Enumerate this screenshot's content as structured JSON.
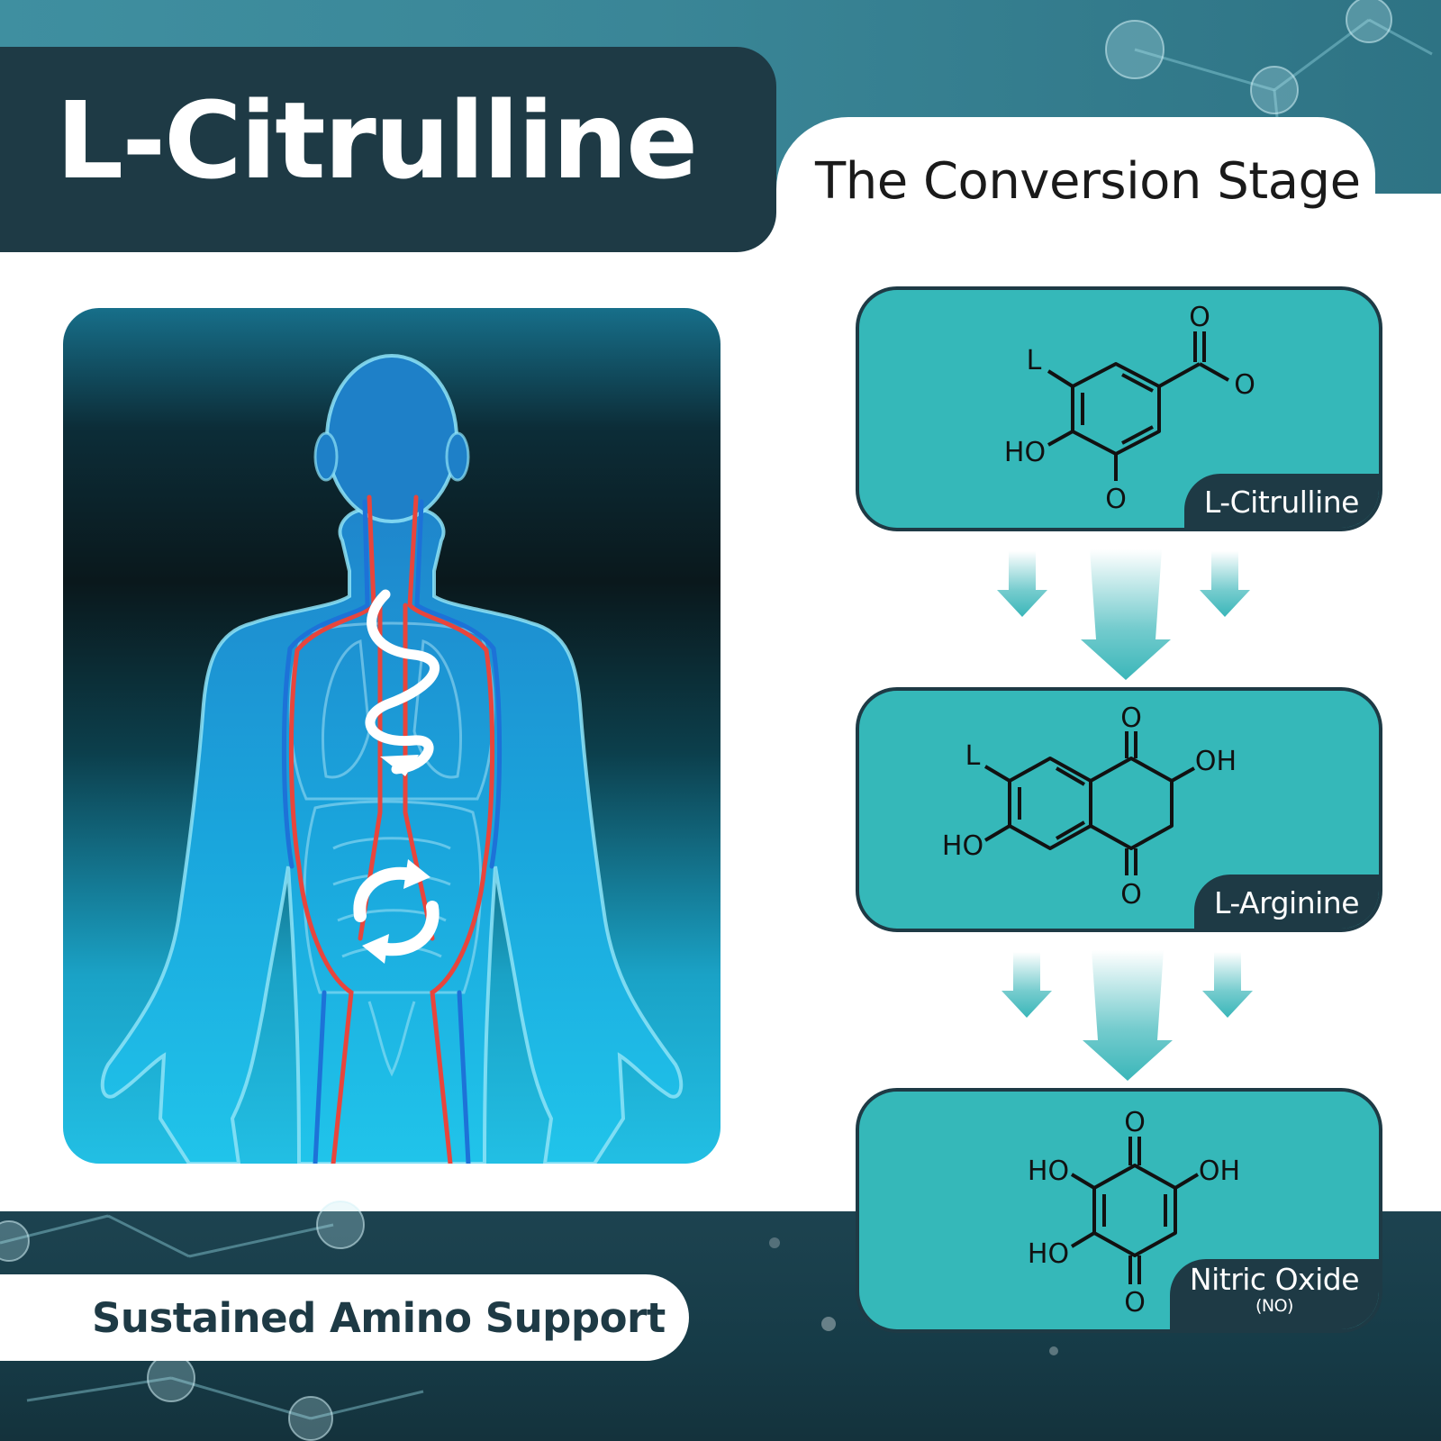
{
  "header": {
    "title": "L-Citrulline",
    "subtitle": "The Conversion Stage"
  },
  "molecules": [
    {
      "label": "L-Citrulline",
      "atoms": {
        "l": "L",
        "ho": "HO",
        "o_top": "O",
        "o_right": "O",
        "o_bottom": "O"
      }
    },
    {
      "label": "L-Arginine",
      "atoms": {
        "l": "L",
        "oh": "OH",
        "ho": "HO",
        "o_top": "O",
        "o_bottom": "O"
      }
    },
    {
      "label": "Nitric Oxide",
      "sublabel": "(NO)",
      "atoms": {
        "ho_upper": "HO",
        "oh": "OH",
        "ho_lower": "HO",
        "o_top": "O",
        "o_bottom": "O"
      }
    }
  ],
  "footer": {
    "tagline": "Sustained Amino Support"
  },
  "colors": {
    "dark_navy": "#1e3a45",
    "teal_card": "#35b8b9",
    "arrow_teal": "#3ab6b9",
    "body_blue": "#22bfe4",
    "artery_red": "#e8453c",
    "vein_blue": "#1d72d8"
  },
  "icons": [
    "molecule-network",
    "human-body-anatomy",
    "spiral-arrow",
    "cycle-arrows",
    "down-arrow"
  ]
}
